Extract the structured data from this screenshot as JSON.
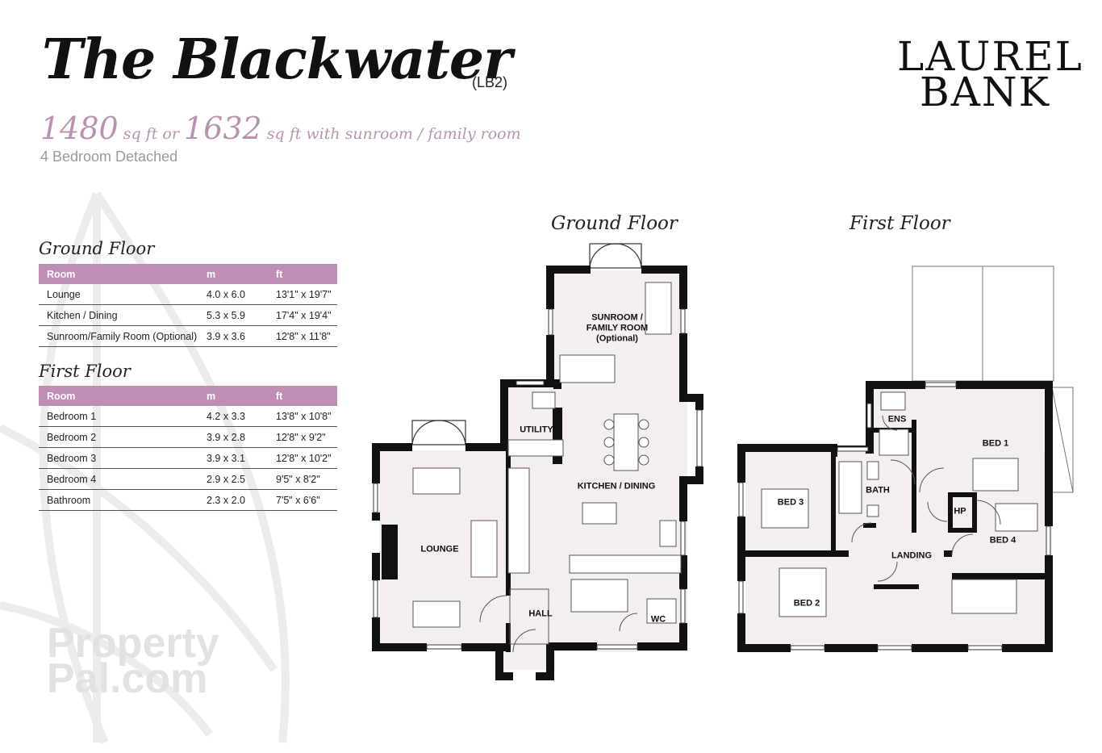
{
  "header": {
    "title": "The Blackwater",
    "code": "(LB2)",
    "area_main": "1480",
    "area_main_unit": " sq ft or ",
    "area_alt": "1632",
    "area_alt_unit": " sq ft with sunroom / family room",
    "subtitle": "4 Bedroom Detached"
  },
  "logo": {
    "line1": "LAUREL",
    "line2": "BANK"
  },
  "ground_floor_table": {
    "title": "Ground Floor",
    "headers": [
      "Room",
      "m",
      "ft"
    ],
    "rows": [
      [
        "Lounge",
        "4.0 x 6.0",
        "13'1\" x 19'7\""
      ],
      [
        "Kitchen / Dining",
        "5.3 x 5.9",
        "17'4\" x 19'4\""
      ],
      [
        "Sunroom/Family Room (Optional)",
        "3.9 x 3.6",
        "12'8\" x 11'8\""
      ]
    ]
  },
  "first_floor_table": {
    "title": "First Floor",
    "headers": [
      "Room",
      "m",
      "ft"
    ],
    "rows": [
      [
        "Bedroom 1",
        "4.2 x 3.3",
        "13'8\" x 10'8\""
      ],
      [
        "Bedroom 2",
        "3.9 x 2.8",
        "12'8\" x 9'2\""
      ],
      [
        "Bedroom 3",
        "3.9 x 3.1",
        "12'8\" x 10'2\""
      ],
      [
        "Bedroom 4",
        "2.9 x 2.5",
        "9'5\" x 8'2\""
      ],
      [
        "Bathroom",
        "2.3 x 2.0",
        "7'5\" x 6'6\""
      ]
    ]
  },
  "ground_plan": {
    "title": "Ground Floor",
    "rooms": {
      "sunroom_l1": "SUNROOM /",
      "sunroom_l2": "FAMILY ROOM",
      "sunroom_l3": "(Optional)",
      "utility": "UTILITY",
      "kitchen": "KITCHEN / DINING",
      "lounge": "LOUNGE",
      "hall": "HALL",
      "wc": "WC"
    }
  },
  "first_plan": {
    "title": "First Floor",
    "rooms": {
      "ens": "ENS",
      "bed1": "BED 1",
      "bed3": "BED 3",
      "bath": "BATH",
      "hp": "HP",
      "bed4": "BED 4",
      "landing": "LANDING",
      "bed2": "BED 2"
    }
  },
  "watermark": {
    "line1": "Property",
    "line2": "Pal.com"
  },
  "colors": {
    "accent": "#c08db5",
    "room_fill": "#f4eef3",
    "wall": "#111111"
  }
}
